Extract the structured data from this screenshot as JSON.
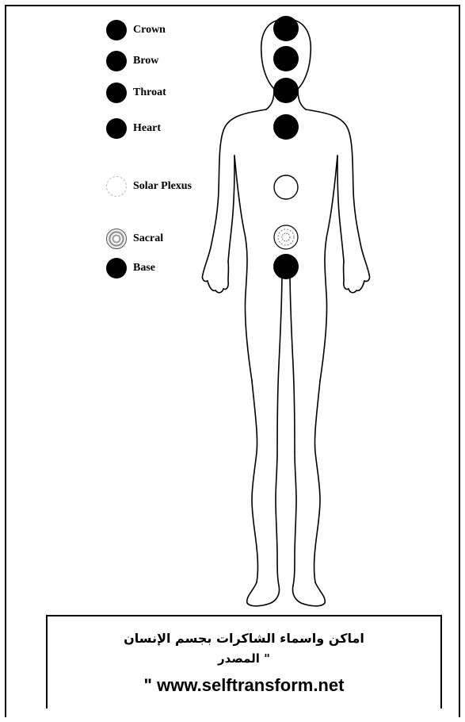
{
  "legend": {
    "items": [
      {
        "label": "Crown",
        "style": "solid"
      },
      {
        "label": "Brow",
        "style": "solid"
      },
      {
        "label": "Throat",
        "style": "solid"
      },
      {
        "label": "Heart",
        "style": "solid"
      },
      {
        "label": "Solar Plexus",
        "style": "open"
      },
      {
        "label": "Sacral",
        "style": "textured"
      },
      {
        "label": "Base",
        "style": "solid"
      }
    ]
  },
  "body_points": [
    {
      "name": "crown",
      "style": "solid"
    },
    {
      "name": "brow",
      "style": "solid"
    },
    {
      "name": "throat",
      "style": "solid"
    },
    {
      "name": "heart",
      "style": "solid"
    },
    {
      "name": "solar-plexus",
      "style": "open"
    },
    {
      "name": "sacral",
      "style": "textured"
    },
    {
      "name": "base",
      "style": "solid"
    }
  ],
  "caption": {
    "line1": "اماكن واسماء الشاكرات بجسم الإنسان",
    "line2": "\" المصدر",
    "url": "\" www.selftransform.net"
  },
  "colors": {
    "dot": "#000000",
    "background": "#ffffff",
    "line": "#000000"
  }
}
